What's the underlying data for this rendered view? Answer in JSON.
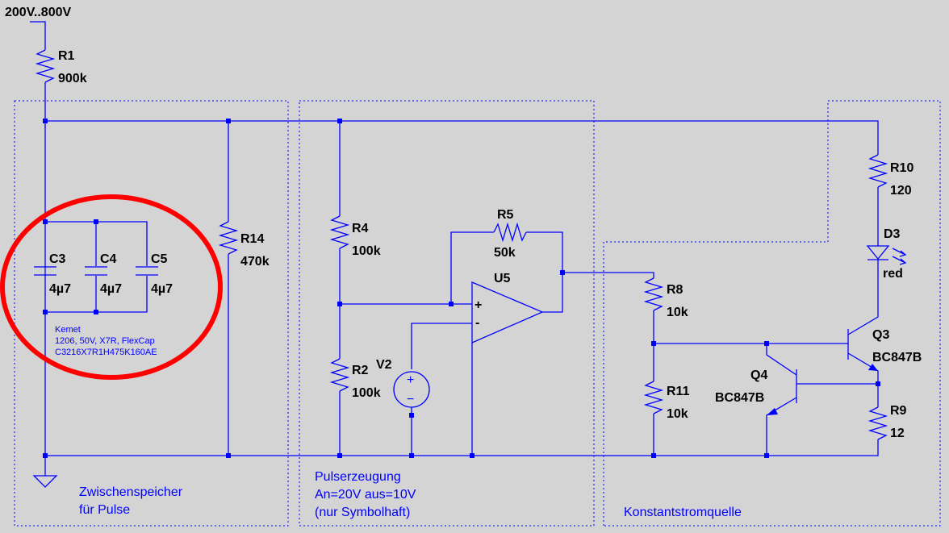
{
  "supply": {
    "label": "200V..800V"
  },
  "components": {
    "R1": {
      "name": "R1",
      "value": "900k"
    },
    "R14": {
      "name": "R14",
      "value": "470k"
    },
    "R4": {
      "name": "R4",
      "value": "100k"
    },
    "R2": {
      "name": "R2",
      "value": "100k"
    },
    "R5": {
      "name": "R5",
      "value": "50k"
    },
    "U5": {
      "name": "U5",
      "plus": "+",
      "minus": "-"
    },
    "V2": {
      "name": "V2",
      "plus": "+",
      "minus": "−"
    },
    "R8": {
      "name": "R8",
      "value": "10k"
    },
    "R11": {
      "name": "R11",
      "value": "10k"
    },
    "R10": {
      "name": "R10",
      "value": "120"
    },
    "D3": {
      "name": "D3",
      "value": "red"
    },
    "Q3": {
      "name": "Q3",
      "value": "BC847B"
    },
    "Q4": {
      "name": "Q4",
      "value": "BC847B"
    },
    "R9": {
      "name": "R9",
      "value": "12"
    },
    "C3": {
      "name": "C3",
      "value": "4µ7"
    },
    "C4": {
      "name": "C4",
      "value": "4µ7"
    },
    "C5": {
      "name": "C5",
      "value": "4µ7"
    }
  },
  "cap_note": {
    "line1": "Kemet",
    "line2": "1206, 50V, X7R, FlexCap",
    "line3": "C3216X7R1H475K160AE"
  },
  "sections": {
    "storage": {
      "line1": "Zwischenspeicher",
      "line2": "für Pulse"
    },
    "pulse": {
      "line1": "Pulserzeugung",
      "line2": "An=20V aus=10V",
      "line3": "(nur Symbolhaft)"
    },
    "current": {
      "line1": "Konstantstromquelle"
    }
  },
  "colors": {
    "wire": "#0000ff",
    "background": "#d4d4d4",
    "highlight_circle": "#ff0000",
    "label": "#000000"
  }
}
